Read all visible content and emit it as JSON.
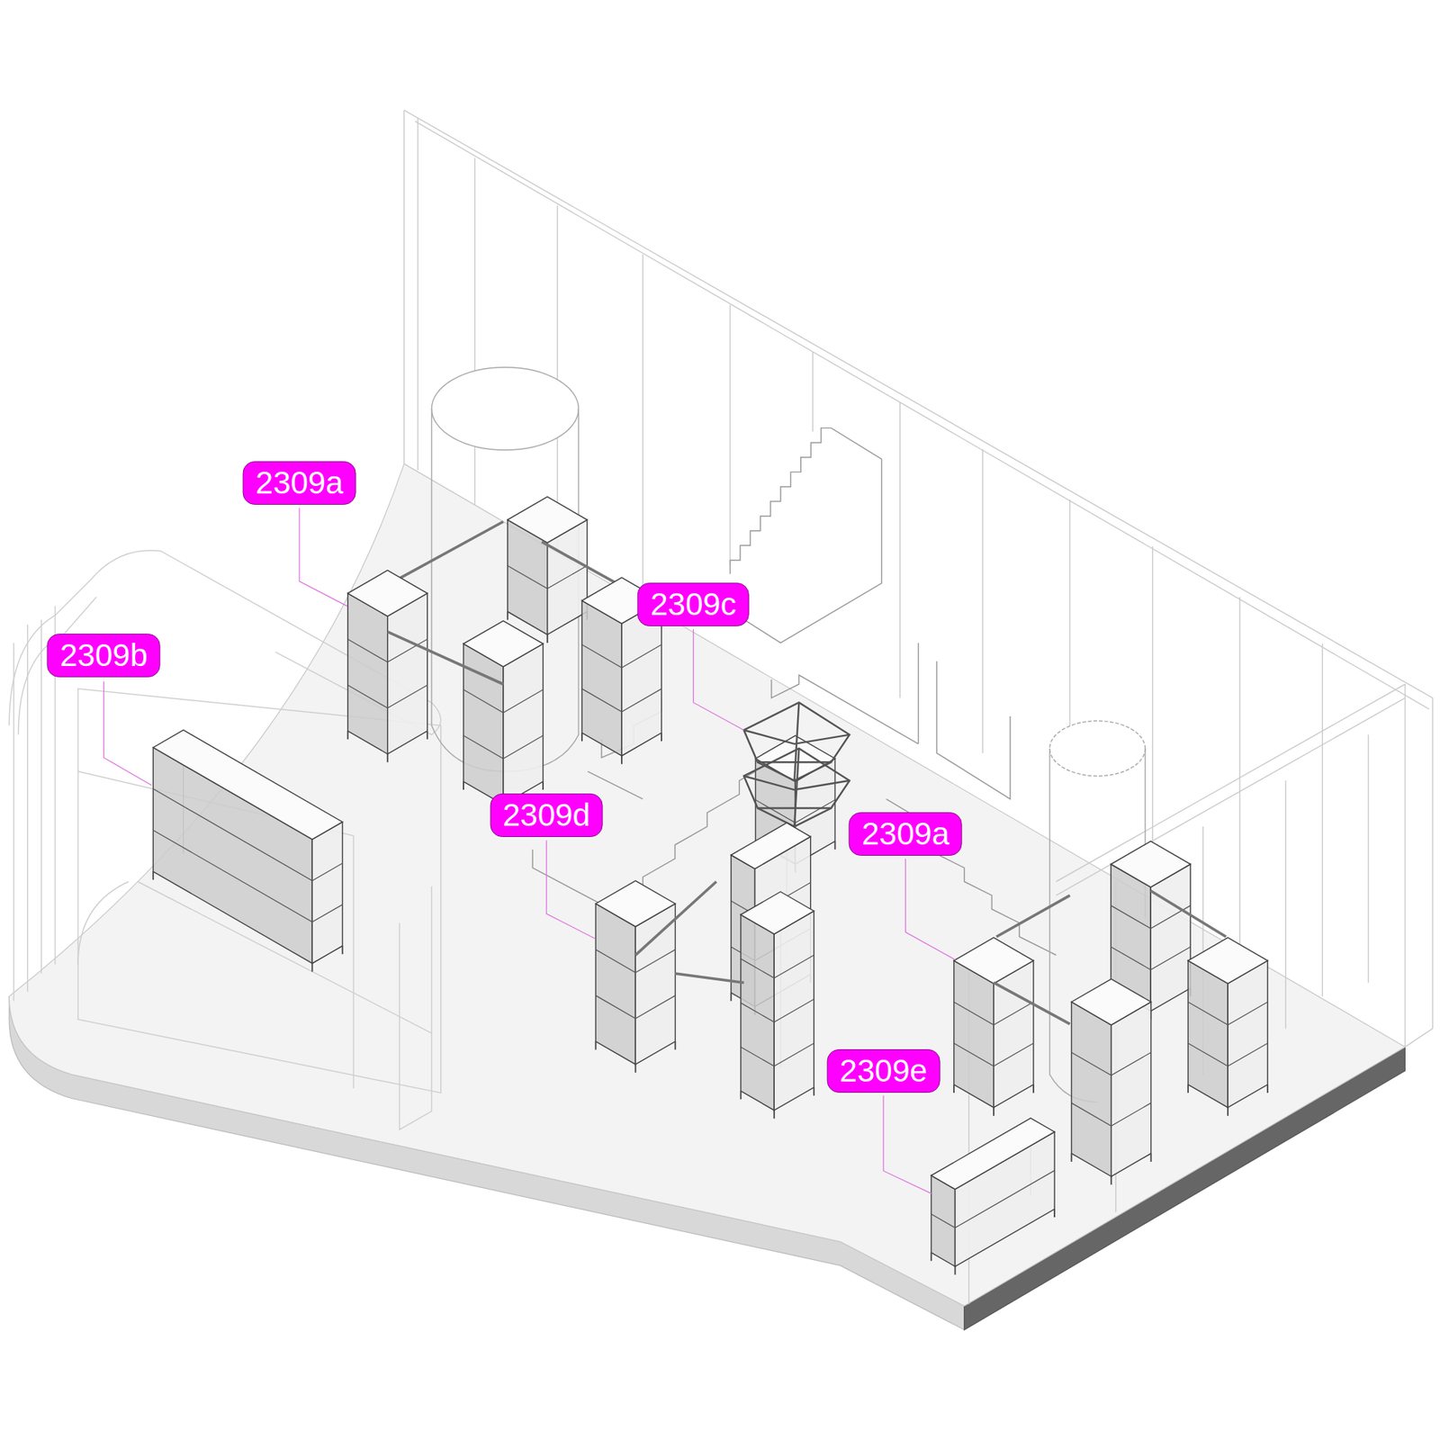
{
  "diagram": {
    "labels": [
      "2309a",
      "2309b",
      "2309c",
      "2309d",
      "2309a",
      "2309e"
    ]
  }
}
